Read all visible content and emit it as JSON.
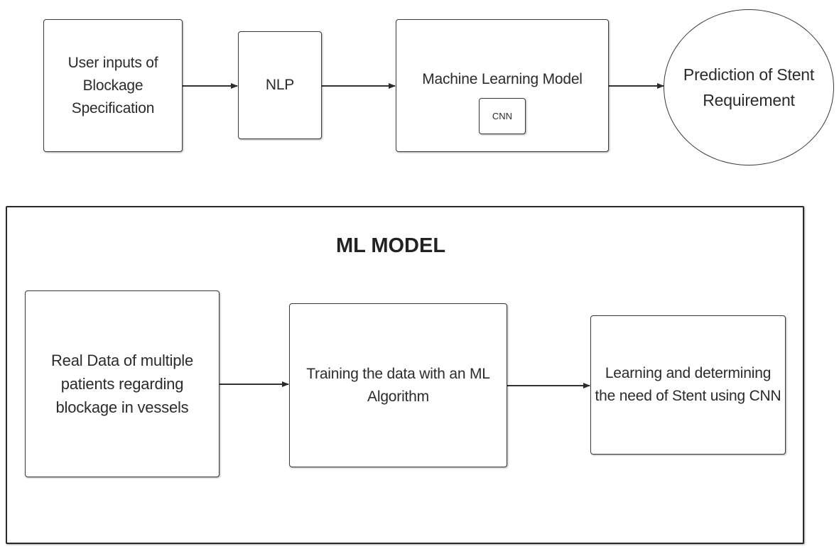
{
  "pipeline": {
    "user_inputs": "User inputs of Blockage Specification",
    "nlp": "NLP",
    "ml_model_box": "Machine Learning Model",
    "cnn": "CNN",
    "prediction": "Prediction of Stent Requirement"
  },
  "ml_model": {
    "title": "ML MODEL",
    "real_data": "Real Data of multiple patients regarding blockage in vessels",
    "training": "Training the data with an ML Algorithm",
    "learning": "Learning and determining the need of Stent using CNN"
  }
}
